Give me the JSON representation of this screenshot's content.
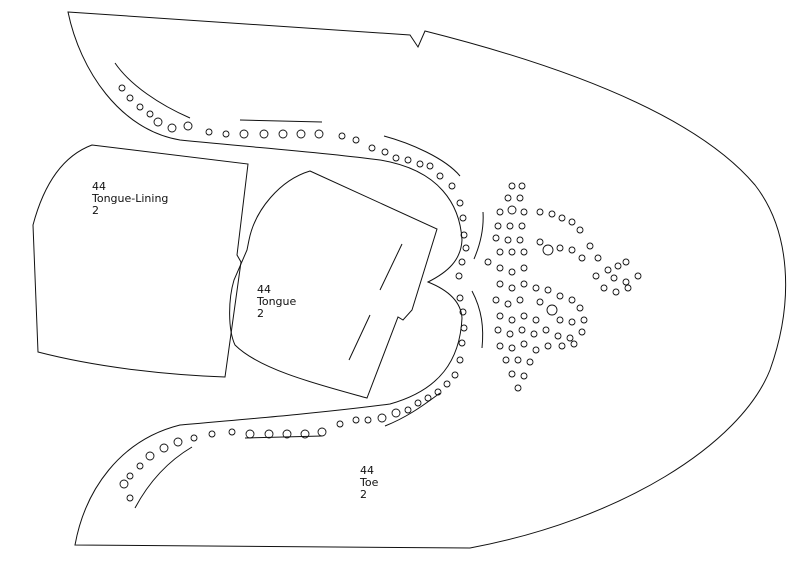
{
  "pieces": {
    "tongue_lining": {
      "size": "44",
      "name": "Tongue-Lining",
      "count": "2"
    },
    "tongue": {
      "size": "44",
      "name": "Tongue",
      "count": "2"
    },
    "toe": {
      "size": "44",
      "name": "Toe",
      "count": "2"
    }
  },
  "colors": {
    "line": "#111111",
    "background": "#ffffff"
  }
}
